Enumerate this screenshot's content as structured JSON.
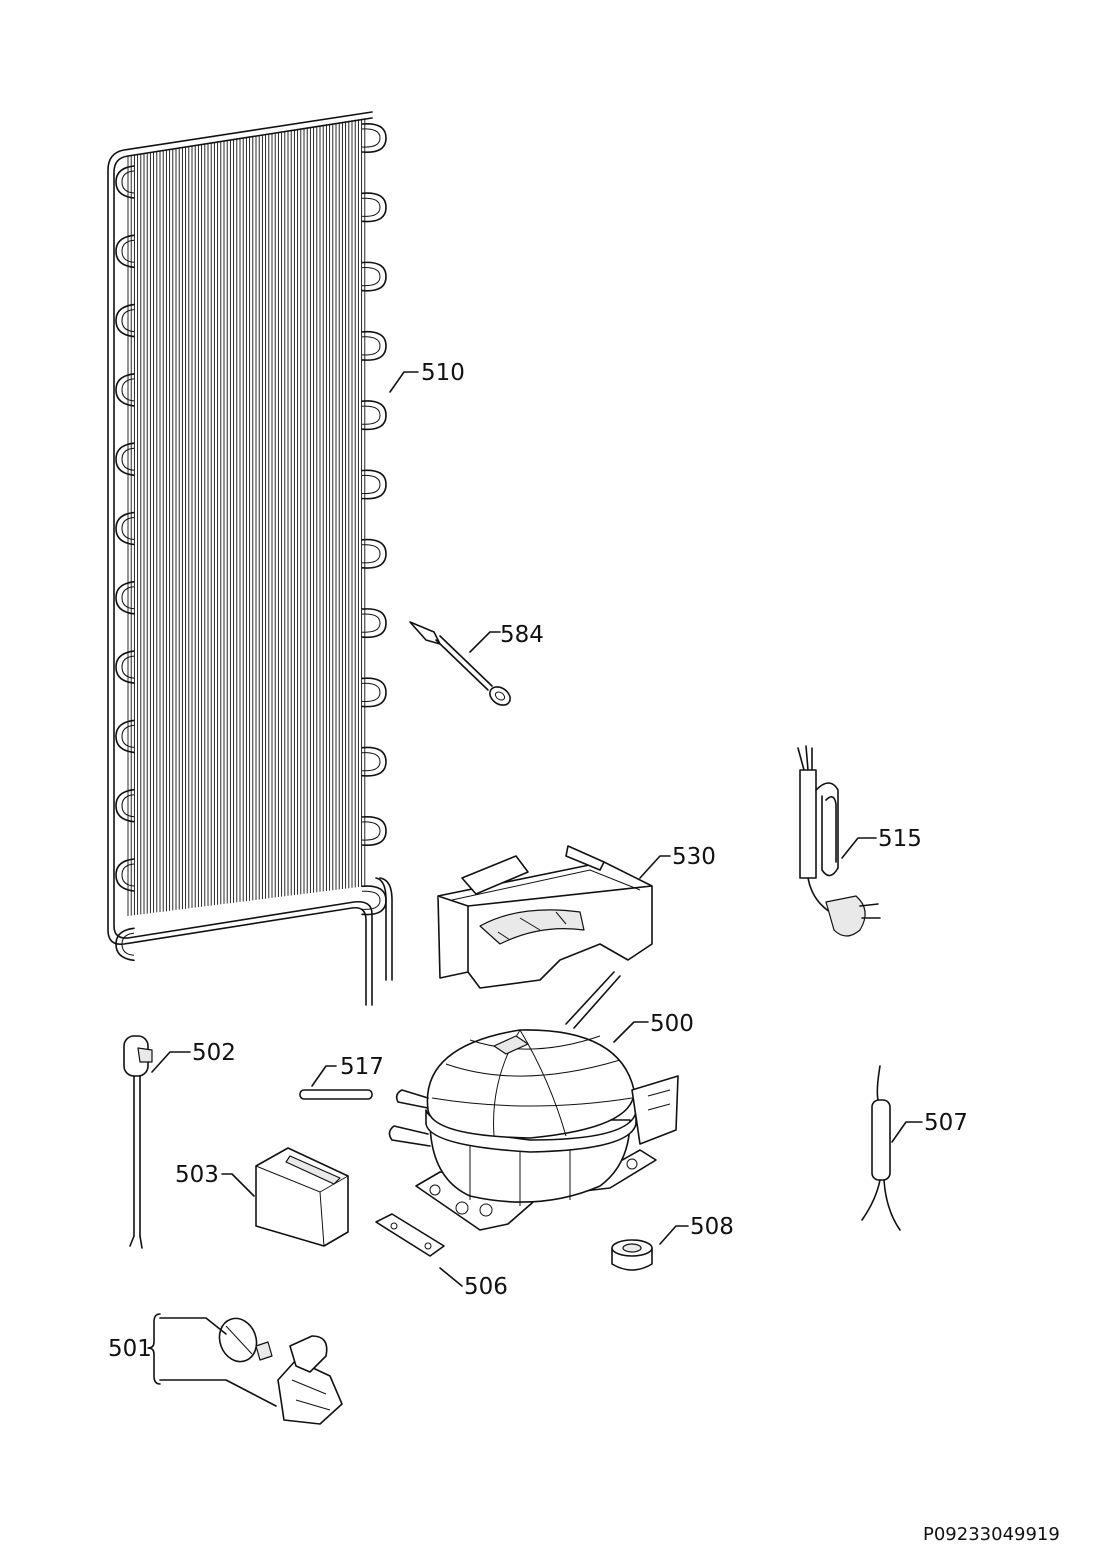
{
  "callouts": [
    {
      "id": "500",
      "text": "500"
    },
    {
      "id": "501",
      "text": "501"
    },
    {
      "id": "502",
      "text": "502"
    },
    {
      "id": "503",
      "text": "503"
    },
    {
      "id": "506",
      "text": "506"
    },
    {
      "id": "507",
      "text": "507"
    },
    {
      "id": "508",
      "text": "508"
    },
    {
      "id": "510",
      "text": "510"
    },
    {
      "id": "515",
      "text": "515"
    },
    {
      "id": "517",
      "text": "517"
    },
    {
      "id": "530",
      "text": "530"
    },
    {
      "id": "584",
      "text": "584"
    }
  ],
  "drawing_code": "P09233049919"
}
